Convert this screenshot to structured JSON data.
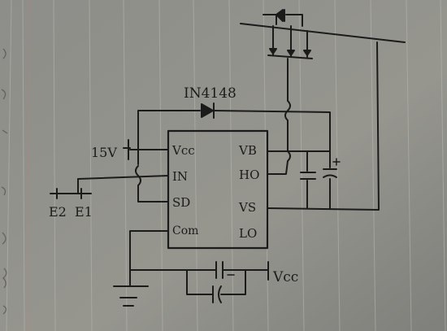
{
  "chip": {
    "pins_left": [
      "Vcc",
      "IN",
      "SD",
      "Com"
    ],
    "pins_right": [
      "VB",
      "HO",
      "VS",
      "LO"
    ]
  },
  "labels": {
    "supply": "15V",
    "diode": "IN4148",
    "emitter_2": "E2",
    "emitter_1": "E1",
    "vcc_right": "Vcc"
  },
  "colors": {
    "paper": "#8f8f8b",
    "ink": "#1b1b1b",
    "margin_line": "#d9746f"
  }
}
